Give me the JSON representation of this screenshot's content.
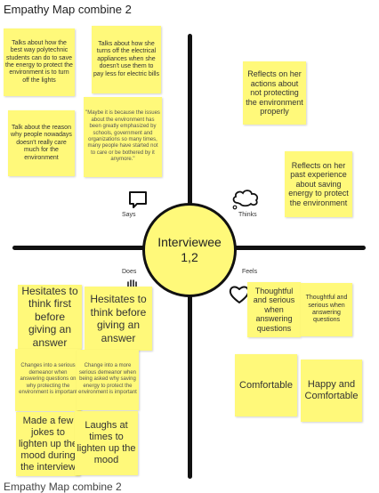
{
  "board": {
    "title": "Empathy Map combine 2",
    "title_bottom": "Empathy Map combine 2"
  },
  "center": {
    "line1": "Interviewee",
    "line2": "1,2"
  },
  "quadrants": {
    "says": "Says",
    "thinks": "Thinks",
    "does": "Does",
    "feels": "Feels"
  },
  "icons": {
    "says": "speech-bubble-icon",
    "thinks": "thought-cloud-icon",
    "does": "hand-icon",
    "feels": "heart-icon"
  },
  "colors": {
    "sticky": "#fff97a",
    "axis": "#111111"
  },
  "notes": {
    "says_1": "Talks about how the best way polytechnic students can do to save the energy to protect the environment is to turn off the lights",
    "says_2": "Talks about how she turns off the electrical appliances when she doesn't use them to pay less for electric bills",
    "says_3": "Talk about the reason why people nowadays doesn't really care much for the environment",
    "says_4": "\"Maybe it is because the issues about the environment has been greatly emphasized by schools, government and organizations so many times, many people have started not to care or be bothered by it anymore.\"",
    "thinks_1": "Reflects on her actions about not protecting the environment properly",
    "thinks_2": "Reflects on her past experience about saving energy to protect the environment",
    "does_1": "Hesitates to think first before giving an answer",
    "does_2": "Hesitates to think before giving an answer",
    "does_3": "Changes into a serious demeanor when answering questions on why protecting the environment is important",
    "does_4": "Change into a more serious demeanor when being asked why saving energy to protect the environment is important",
    "does_5": "Made a few jokes to lighten up the mood during the interview",
    "does_6": "Laughs at times to lighten up the mood",
    "feels_1": "Thoughtful and serious when answering questions",
    "feels_2": "Thoughtful and serious when answering questions",
    "feels_3": "Comfortable",
    "feels_4": "Happy and Comfortable"
  }
}
